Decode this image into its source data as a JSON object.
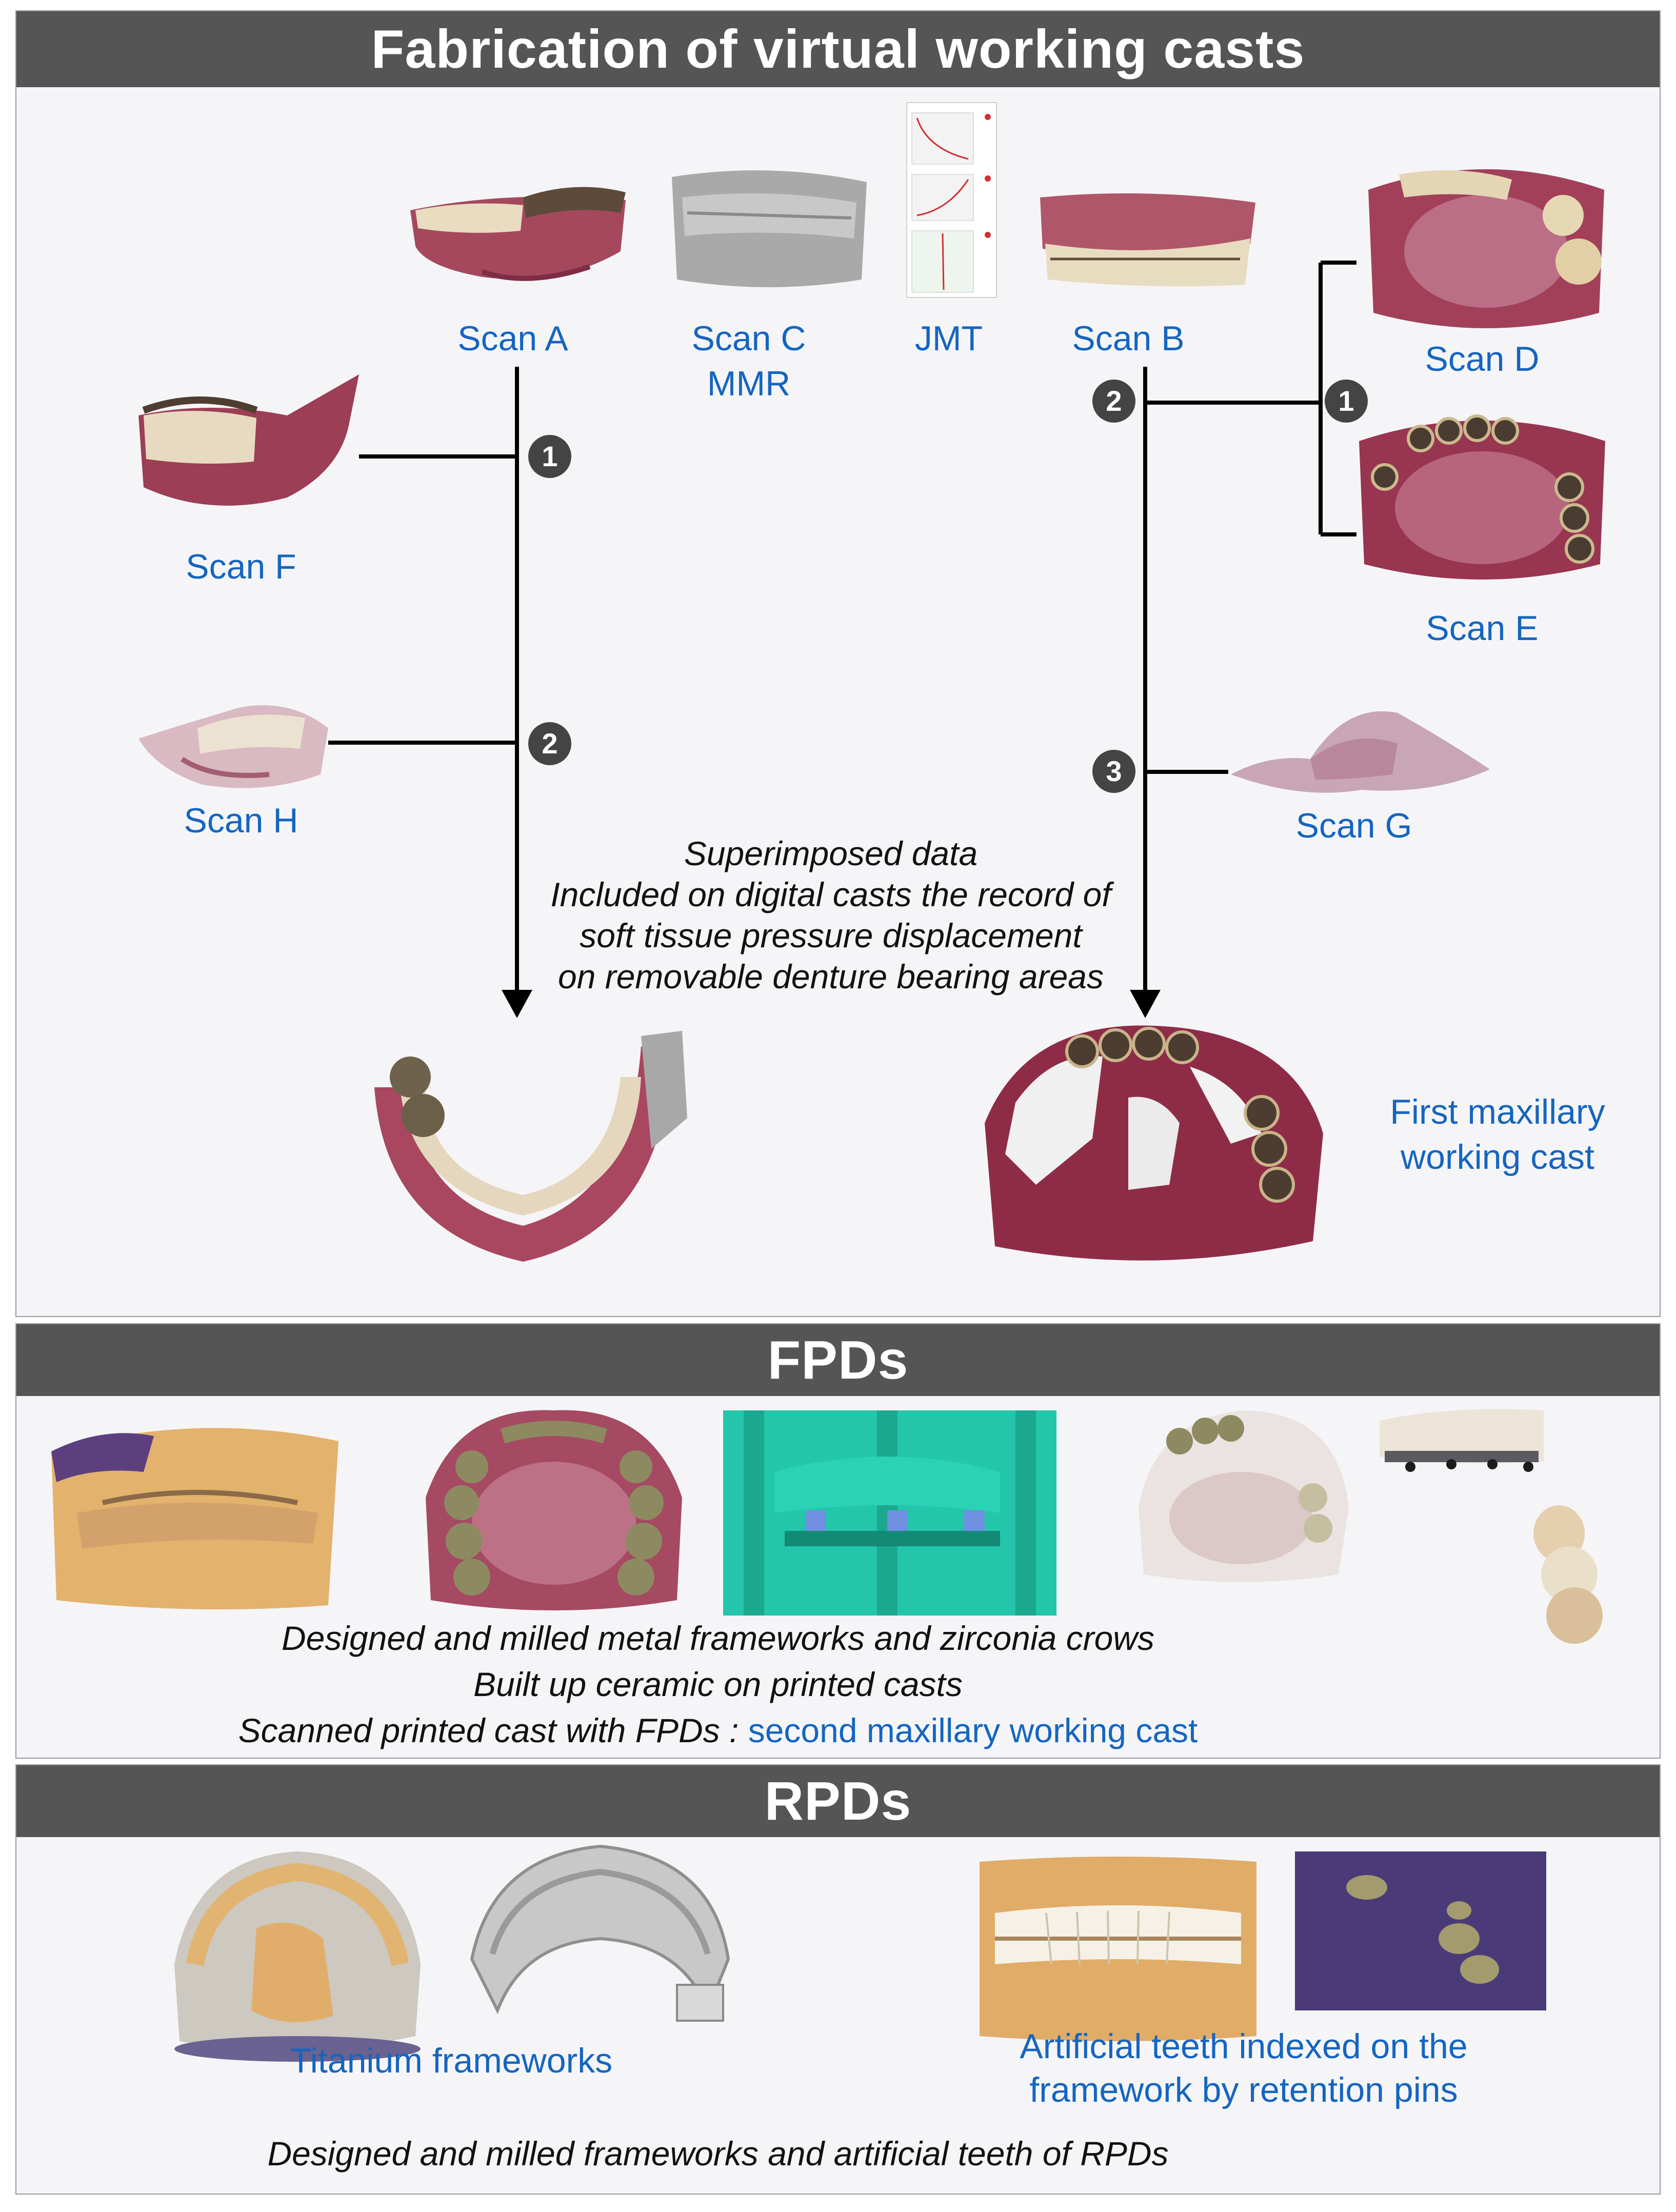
{
  "sections": {
    "virtual_casts": {
      "title": "Fabrication of virtual working casts"
    },
    "fpds": {
      "title": "FPDs"
    },
    "rpds": {
      "title": "RPDs"
    }
  },
  "scans": {
    "scan_a": "Scan A",
    "scan_c": "Scan C",
    "mmr": "MMR",
    "jmt": "JMT",
    "scan_b": "Scan B",
    "scan_d": "Scan D",
    "scan_e": "Scan E",
    "scan_f": "Scan F",
    "scan_g": "Scan G",
    "scan_h": "Scan H"
  },
  "steps": {
    "one": "1",
    "two": "2",
    "three": "3"
  },
  "superimposed_note": [
    "Superimposed data",
    "Included on digital casts the record of",
    "soft tissue pressure displacement",
    "on removable denture bearing areas"
  ],
  "first_cast_label": [
    "First maxillary",
    "working cast"
  ],
  "fpd_notes": {
    "line1": "Designed and milled metal frameworks and zirconia crows",
    "line2": "Built up ceramic on printed casts",
    "line3_prefix": "Scanned printed cast with FPDs : ",
    "line3_highlight": "second maxillary working cast"
  },
  "rpd": {
    "titanium_label": "Titanium frameworks",
    "teeth_label": [
      "Artificial teeth indexed on the",
      "framework by retention pins"
    ],
    "bottom_note": "Designed and milled frameworks and artificial teeth of RPDs"
  },
  "colors": {
    "banner_bg": "#555555",
    "label_blue": "#1565c0",
    "panel_bg": "#f5f5f8",
    "gum": "#a0415a",
    "tooth": "#e8dcc0",
    "stone": "#e3b06a",
    "cyan_model": "#22c3a8",
    "purple_bg": "#4a3b78",
    "titanium": "#c9c9c9"
  }
}
